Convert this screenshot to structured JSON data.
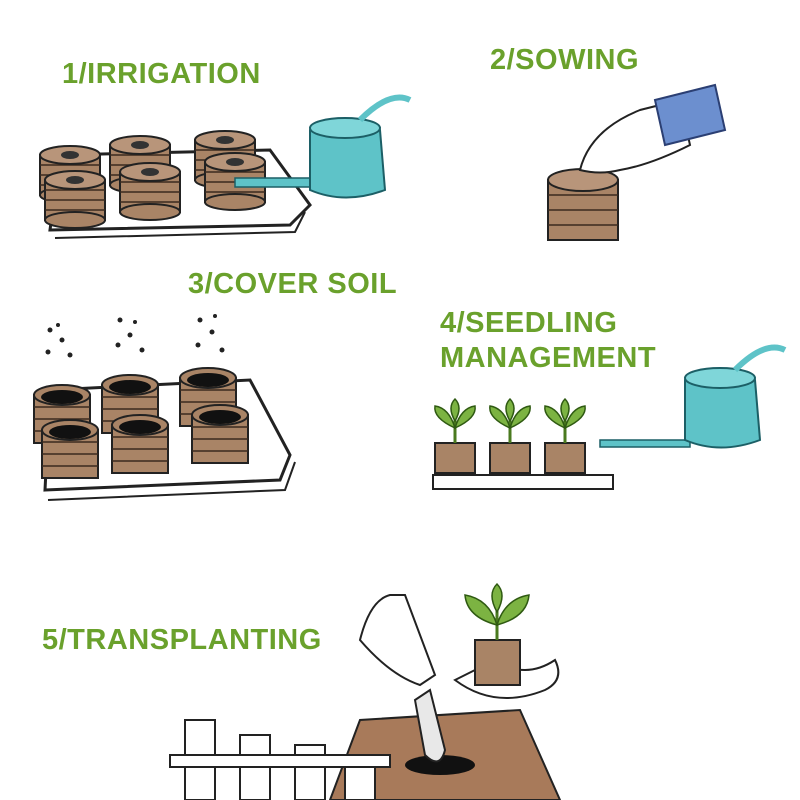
{
  "steps": [
    {
      "label": "1/IRRIGATION"
    },
    {
      "label": "2/SOWING"
    },
    {
      "label": "3/COVER SOIL"
    },
    {
      "label": "4/SEEDLING",
      "label2": "MANAGEMENT"
    },
    {
      "label": "5/TRANSPLANTING"
    }
  ],
  "colors": {
    "title": "#6aa12c",
    "pellet": "#a98466",
    "can": "#5ec3c8",
    "leaf": "#7cb342",
    "soil": "#a87a5a"
  }
}
